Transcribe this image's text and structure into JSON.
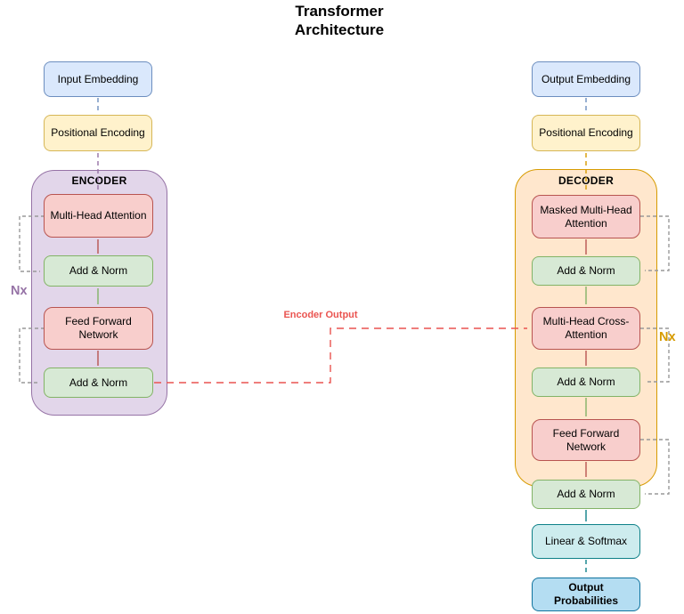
{
  "title": {
    "line1": "Transformer",
    "line2": "Architecture"
  },
  "encoder": {
    "input_embedding": "Input Embedding",
    "positional_encoding": "Positional Encoding",
    "label": "ENCODER",
    "multi_head_attention": "Multi-Head Attention",
    "add_norm_1": "Add & Norm",
    "feed_forward_network": "Feed Forward Network",
    "add_norm_2": "Add & Norm",
    "nx": "Nx"
  },
  "decoder": {
    "output_embedding": "Output Embedding",
    "positional_encoding": "Positional Encoding",
    "label": "DECODER",
    "masked_multi_head_attention": "Masked Multi-Head Attention",
    "add_norm_1": "Add & Norm",
    "multi_head_cross_attention": "Multi-Head Cross-Attention",
    "add_norm_2": "Add & Norm",
    "feed_forward_network": "Feed Forward Network",
    "add_norm_3": "Add & Norm",
    "nx": "Nx",
    "linear_softmax": "Linear & Softmax",
    "output_probabilities": "Output Probabilities"
  },
  "labels": {
    "encoder_output": "Encoder Output"
  },
  "colors": {
    "embedding_fill": "#dae8fc",
    "embedding_stroke": "#6c8ebf",
    "positional_fill": "#fff2cc",
    "positional_stroke": "#d6b656",
    "encoder_container_fill": "#e2d6ea",
    "encoder_container_stroke": "#9673a6",
    "decoder_container_fill": "#ffe7cd",
    "decoder_container_stroke": "#d79b00",
    "attention_fill": "#f8cecc",
    "attention_stroke": "#b85450",
    "addnorm_fill": "#d7e9d5",
    "addnorm_stroke": "#82b366",
    "linear_fill": "#cdecee",
    "linear_stroke": "#0e8088",
    "output_fill": "#b4ddf2",
    "output_stroke": "#10739e",
    "arrow_blue": "#6c8ebf",
    "arrow_purple": "#9673a6",
    "arrow_orange": "#d79b00",
    "arrow_red": "#b85450",
    "arrow_green": "#82b366",
    "arrow_teal": "#0e8088",
    "residual_gray": "#999999",
    "encoder_output_red": "#ea5450"
  }
}
